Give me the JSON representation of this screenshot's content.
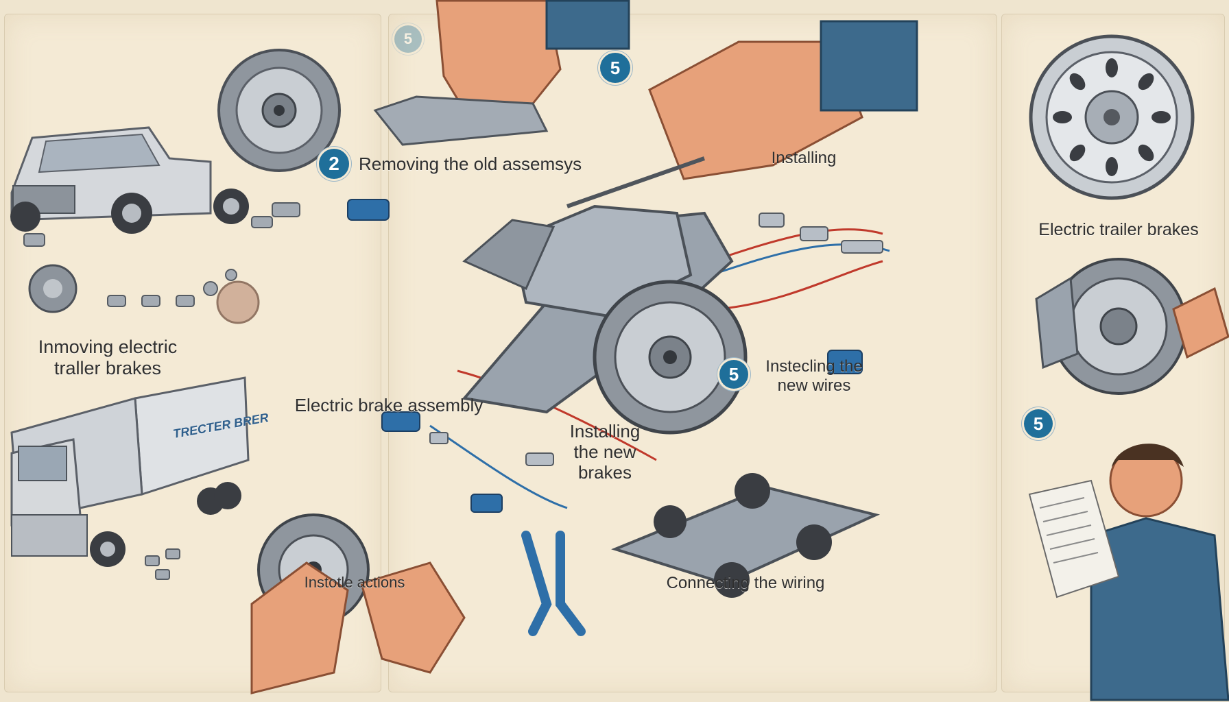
{
  "panels": {
    "left": {
      "caption_removing": "Inmoving electric\ntraller brakes",
      "truck_box_text": "TRECTER BRER"
    },
    "middle": {
      "badge_top_faded": "5",
      "badge_top": "5",
      "badge_step2": "2",
      "caption_removing_old": "Removing the old assemsys",
      "caption_installing_top": "Installing",
      "caption_assembly": "Electric brake assembly",
      "badge_wires": "5",
      "caption_wires": "Instecling the\nnew wires",
      "caption_new_brakes": "Installing\nthe new\nbrakes",
      "caption_actions": "Instotle actions",
      "caption_wiring": "Connecting the wiring"
    },
    "right": {
      "caption_trailer_brakes": "Electric trailer brakes",
      "badge": "5"
    }
  },
  "colors": {
    "background": "#efe5cf",
    "badge": "#1f6f9a",
    "metal": "#9aa3ad",
    "wire_red": "#c0392b",
    "wire_blue": "#2e6fa8",
    "skin": "#e7a17a",
    "sleeve": "#3d6a8c"
  }
}
